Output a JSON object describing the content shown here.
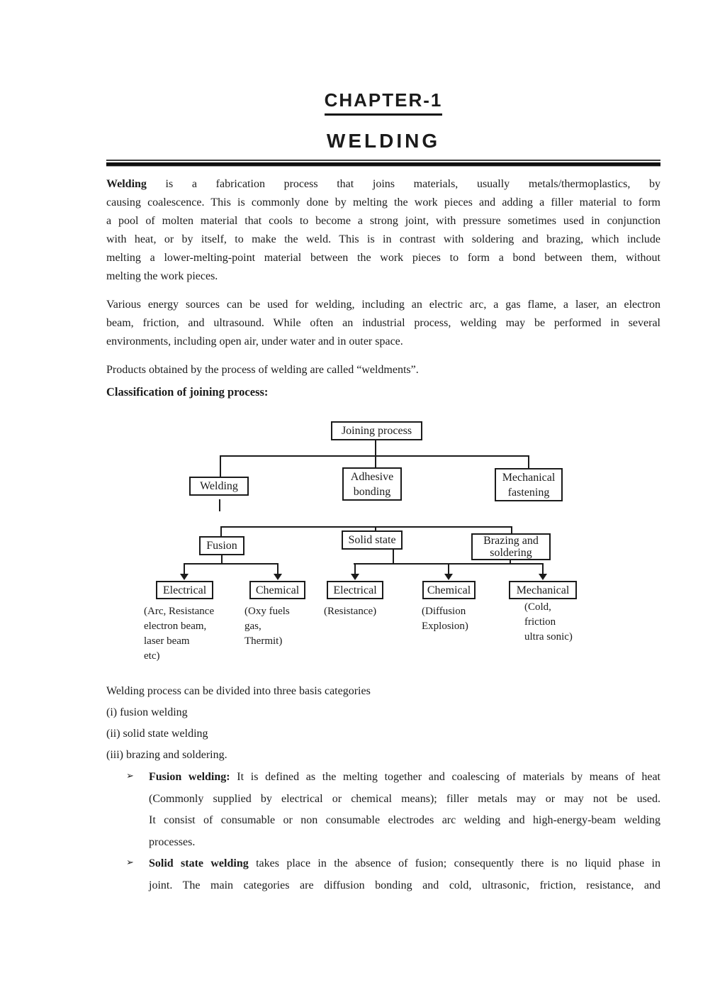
{
  "title": {
    "chapter": "CHAPTER-1",
    "subject": "WELDING"
  },
  "p1": {
    "l1b": "Welding",
    "l1r": " is a fabrication process that joins materials, usually metals/thermoplastics, by",
    "l2": "causing coalescence. This is commonly done by melting the work pieces and adding a filler material to form",
    "l3": "a pool of molten material that cools to become a strong joint, with pressure sometimes used in conjunction",
    "l4": "with heat, or by itself, to make the weld. This is in contrast with soldering and brazing, which include",
    "l5": "melting a lower-melting-point material between the work pieces to form a bond between them, without",
    "l6": "melting the work pieces."
  },
  "p2": {
    "l1": "Various energy sources can be used for welding, including an electric arc, a gas flame, a laser, an electron",
    "l2": "beam, friction, and ultrasound. While often an industrial process, welding may be performed in several",
    "l3": "environments, including open air, under water and in outer space."
  },
  "p3": "Products obtained by the process of welding are called “weldments”.",
  "classification_heading": "Classification of joining process:",
  "diagram": {
    "root": "Joining process",
    "welding": "Welding",
    "adhesive_bonding": "Adhesive bonding",
    "mechanical_fastening": "Mechanical fastening",
    "fusion": "Fusion",
    "solid_state": "Solid state",
    "brazing_soldering": "Brazing and soldering",
    "electrical1": "Electrical",
    "chemical1": "Chemical",
    "electrical2": "Electrical",
    "chemical2": "Chemical",
    "mechanical": "Mechanical",
    "cap_electrical1": "(Arc, Resistance\nelectron beam,\nlaser beam\netc)",
    "cap_chemical1": "(Oxy fuels\ngas,\nThermit)",
    "cap_electrical2": "(Resistance)",
    "cap_chemical2": "(Diffusion\nExplosion)",
    "cap_mechanical": "(Cold,\nfriction\nultra sonic)"
  },
  "categories": {
    "intro": "Welding process can be divided into three basis categories",
    "item1": "(i) fusion welding",
    "item2": "(ii) solid state welding",
    "item3": "(iii) brazing and soldering."
  },
  "bullets": {
    "marker1": "➢",
    "marker2": "➢",
    "b1": {
      "bold": "Fusion welding:",
      "l1r": " It is defined as the melting together and coalescing of materials by means of heat",
      "l2": "(Commonly supplied by electrical or chemical means); filler metals may or may not be used.",
      "l3": "It consist of consumable or non consumable electrodes arc welding and high-energy-beam welding",
      "l4": "processes."
    },
    "b2": {
      "bold": "Solid state welding",
      "l1r": " takes place in the absence of fusion; consequently there is no liquid phase in",
      "l2": "joint. The main categories are diffusion bonding and cold, ultrasonic, friction, resistance, and"
    }
  }
}
